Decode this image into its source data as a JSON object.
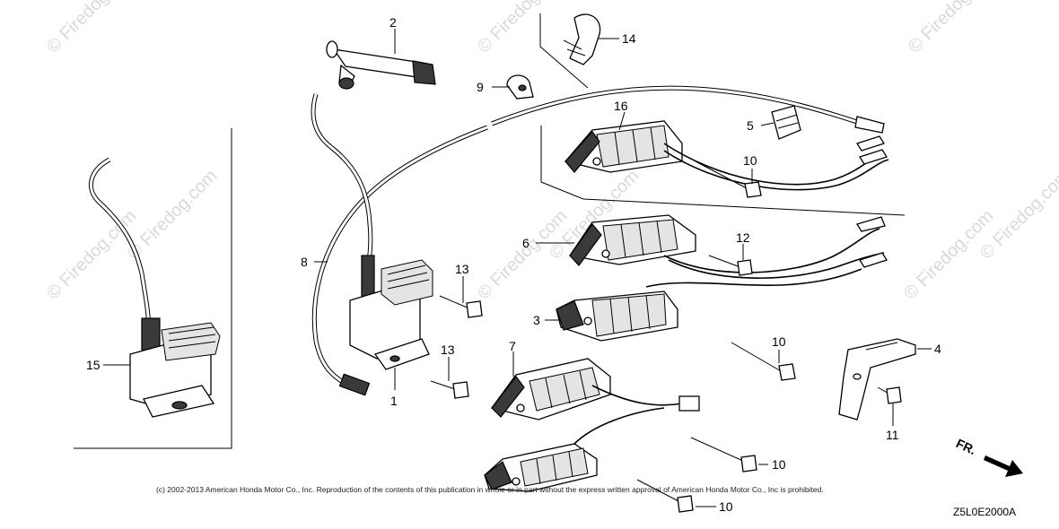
{
  "watermark": "© Firedog.com",
  "copyright": "(c) 2002-2013 American Honda Motor Co., Inc. Reproduction of the contents of this publication in whole or in part without the express written approval of American Honda Motor Co., Inc is prohibited.",
  "diagram_code": "Z5L0E2000A",
  "front_label": "FR.",
  "callouts": {
    "c1": "1",
    "c2": "2",
    "c3": "3",
    "c4": "4",
    "c5": "5",
    "c6": "6",
    "c7": "7",
    "c8": "8",
    "c9": "9",
    "c10a": "10",
    "c10b": "10",
    "c10c": "10",
    "c10d": "10",
    "c11": "11",
    "c12": "12",
    "c13a": "13",
    "c13b": "13",
    "c14": "14",
    "c15": "15",
    "c16": "16"
  }
}
